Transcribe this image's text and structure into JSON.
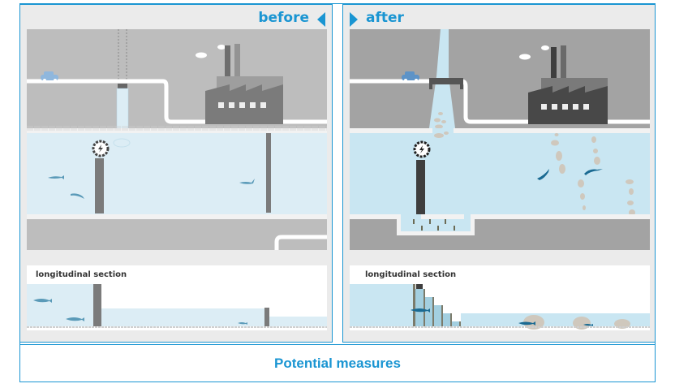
{
  "panels": {
    "before": {
      "title": "before",
      "arrow_icon": "triangle-left-icon",
      "section_label": "longitudinal section"
    },
    "after": {
      "title": "after",
      "arrow_icon": "triangle-right-icon",
      "section_label": "longitudinal section"
    }
  },
  "caption": "Potential measures",
  "colors": {
    "accent": "#1a95d2",
    "water": "#dcedf5",
    "water_after": "#c9e6f2",
    "ground_before": "#bdbdbd",
    "ground_after": "#a3a3a3",
    "fish": "#2a7fa6",
    "fish_after": "#1a6a92",
    "stones": "#cfc8bd"
  }
}
